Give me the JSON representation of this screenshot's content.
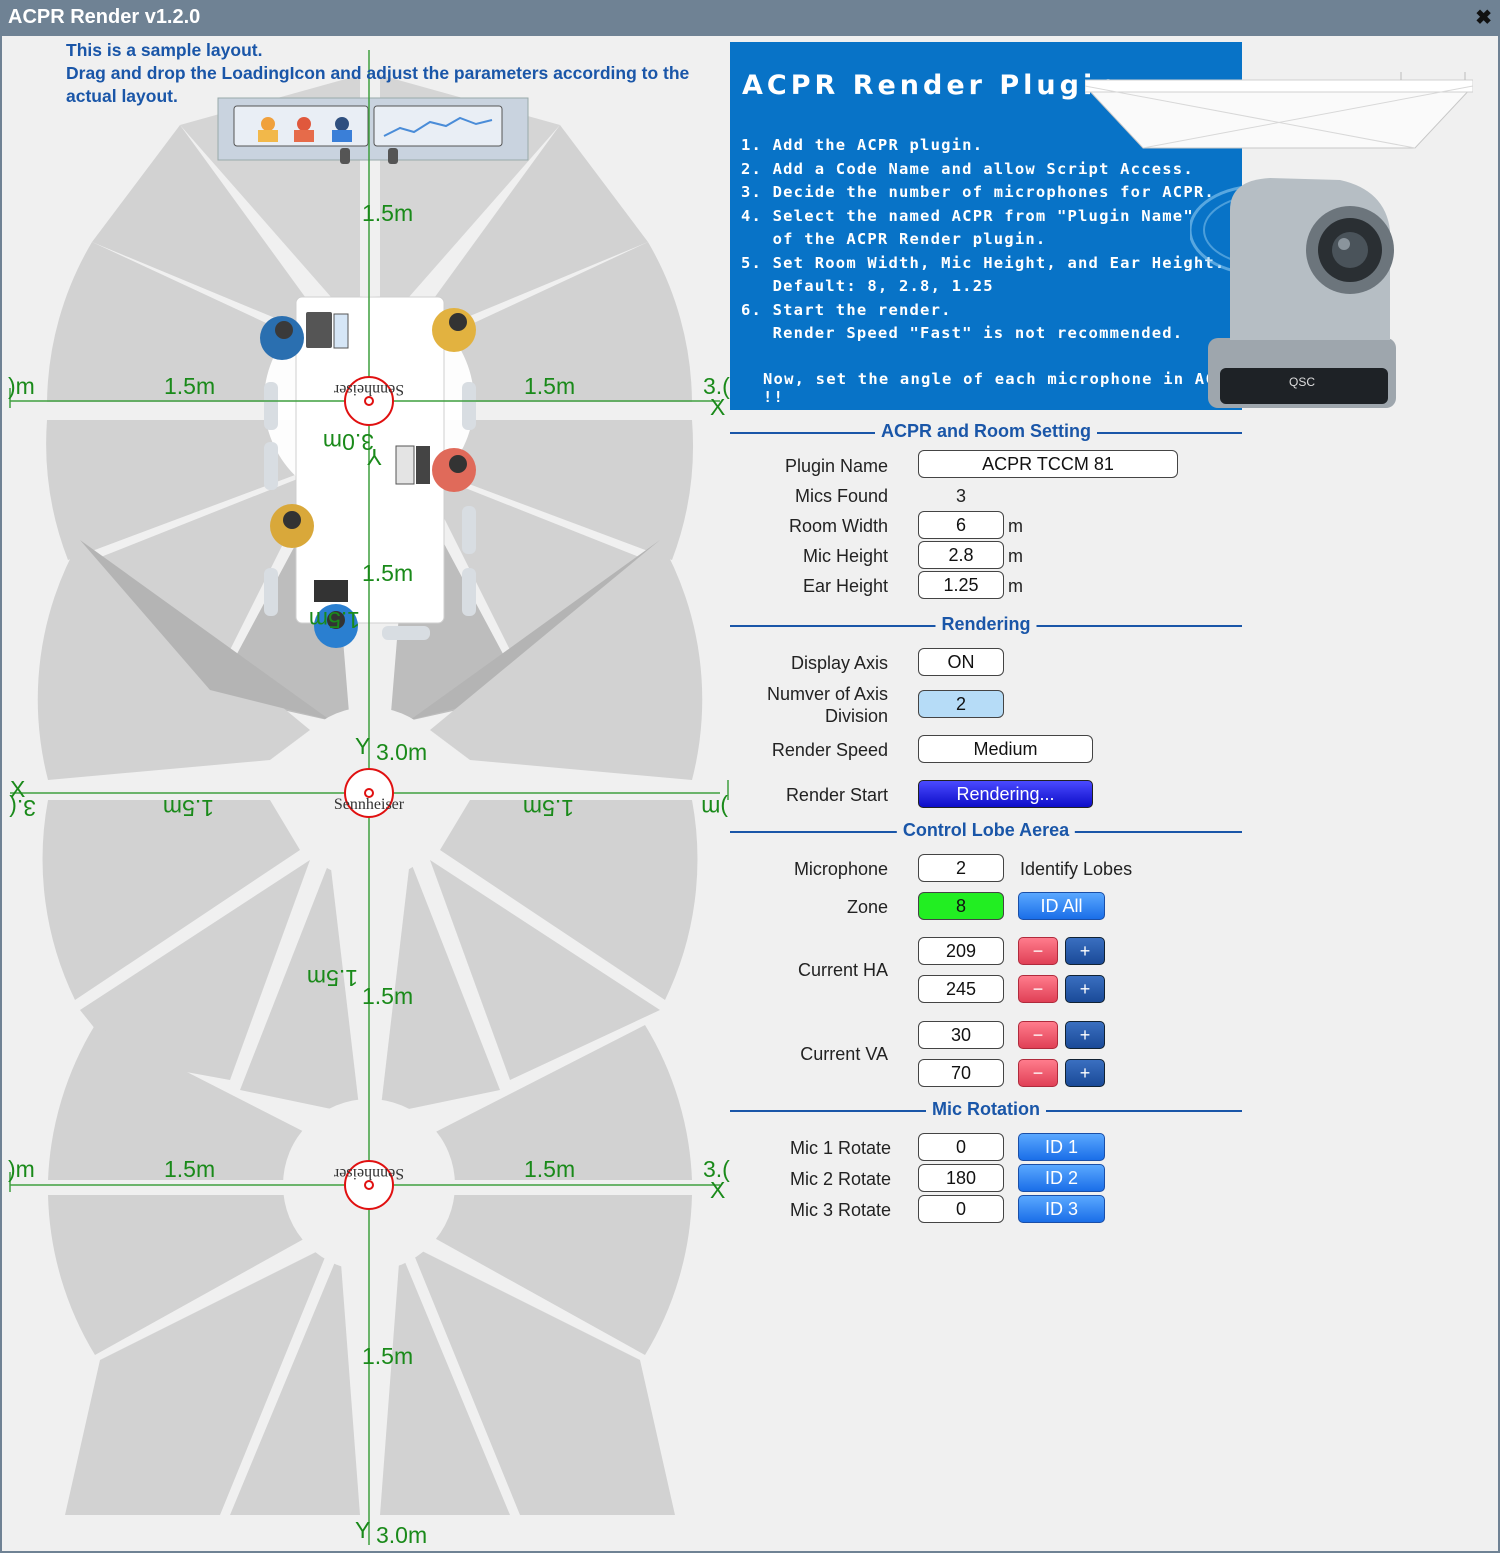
{
  "window": {
    "title": "ACPR Render v1.2.0",
    "close_glyph": "✖"
  },
  "note": {
    "line1": "This is a sample layout.",
    "line2": "Drag and drop the LoadingIcon and adjust the parameters according to the actual layout."
  },
  "banner": {
    "title": "ACPR Render Plugin",
    "steps": "1. Add the ACPR plugin.\n2. Add a Code Name and allow Script Access.\n3. Decide the number of microphones for ACPR.\n4. Select the named ACPR from \"Plugin Name\"\n   of the ACPR Render plugin.\n5. Set Room Width, Mic Height, and Ear Height.\n   Default: 8, 2.8, 1.25\n6. Start the render.\n   Render Speed \"Fast\" is not recommended.",
    "final": "Now, set the angle of each microphone in ACPR !!",
    "camera_brand": "QSC"
  },
  "room_setting": {
    "header": "ACPR and Room Setting",
    "plugin_name_label": "Plugin Name",
    "plugin_name": "ACPR TCCM 81",
    "mics_found_label": "Mics Found",
    "mics_found": "3",
    "room_width_label": "Room Width",
    "room_width": "6",
    "mic_height_label": "Mic Height",
    "mic_height": "2.8",
    "ear_height_label": "Ear Height",
    "ear_height": "1.25",
    "unit": "m"
  },
  "rendering": {
    "header": "Rendering",
    "display_axis_label": "Display Axis",
    "display_axis": "ON",
    "axis_division_label_1": "Numver of Axis",
    "axis_division_label_2": "Division",
    "axis_division": "2",
    "render_speed_label": "Render Speed",
    "render_speed": "Medium",
    "render_start_label": "Render Start",
    "render_start_button": "Rendering..."
  },
  "control_lobe": {
    "header": "Control Lobe Aerea",
    "microphone_label": "Microphone",
    "microphone": "2",
    "identify_label": "Identify Lobes",
    "zone_label": "Zone",
    "zone": "8",
    "id_all_button": "ID All",
    "ha_label": "Current HA",
    "ha_1": "209",
    "ha_2": "245",
    "va_label": "Current VA",
    "va_1": "30",
    "va_2": "70",
    "minus": "−",
    "plus": "+"
  },
  "mic_rotation": {
    "header": "Mic Rotation",
    "mics": [
      {
        "label": "Mic 1 Rotate",
        "value": "0",
        "button": "ID 1"
      },
      {
        "label": "Mic 2 Rotate",
        "value": "180",
        "button": "ID 2"
      },
      {
        "label": "Mic 3 Rotate",
        "value": "0",
        "button": "ID 3"
      }
    ]
  },
  "layout": {
    "brand": "Sennheiser",
    "axis_x": "X",
    "axis_y": "Y",
    "mark_1_5": "1.5m",
    "mark_3_0": "3.0m",
    "mark_3_0_cut": "3.(",
    "mark_0_cut": ")m",
    "colors": {
      "lobe": "#d2d2d2",
      "lobe_dark": "#b4b4b4",
      "axis": "#3f9f3f",
      "axis_text": "#1a8a1a",
      "mic_ring": "#e01010"
    }
  }
}
